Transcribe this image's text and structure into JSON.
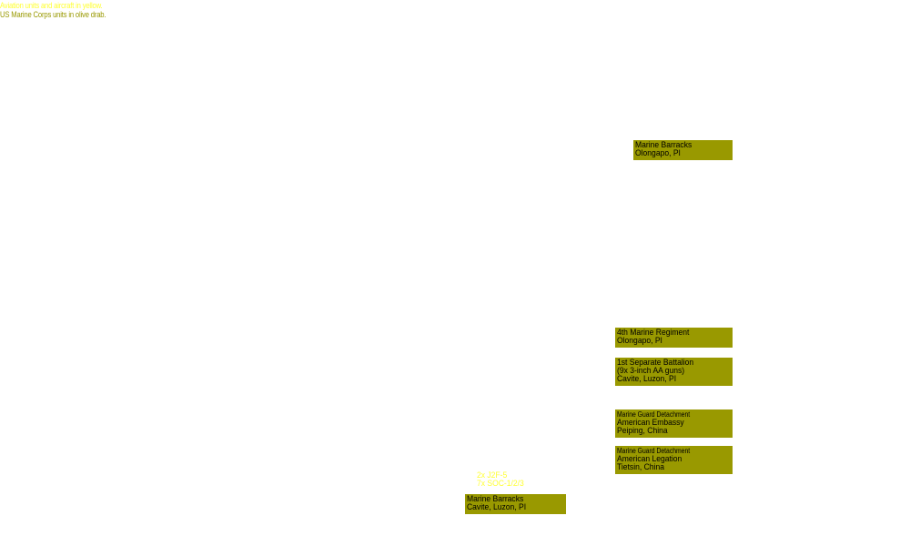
{
  "legend": {
    "aviation": "Aviation units and aircraft in yellow.",
    "usmc": "US Marine Corps units in olive drab."
  },
  "colors": {
    "usmc_olive": "#999900",
    "aviation_yellow": "#ffff33",
    "background": "#ffffff"
  },
  "units": {
    "mb_olongapo": [
      "Marine Barracks",
      "Olongapo, PI"
    ],
    "fourth_marines": [
      "4th Marine Regiment",
      "Olongapo, PI"
    ],
    "first_sep_bn": [
      "1st Separate Battalion",
      "(9x 3-inch AA guns)",
      "Cavite, Luzon, PI"
    ],
    "mgd_peiping": [
      "Marine Guard Detachment",
      "American Embassy",
      "Peiping, China"
    ],
    "mgd_tientsin": [
      "Marine Guard Detachment",
      "American Legation",
      "Tietsin, China"
    ],
    "mb_cavite": [
      "Marine Barracks",
      "Cavite, Luzon, PI"
    ]
  },
  "aircraft": {
    "cavite": [
      "2x J2F-5",
      "7x SOC-1/2/3"
    ]
  }
}
